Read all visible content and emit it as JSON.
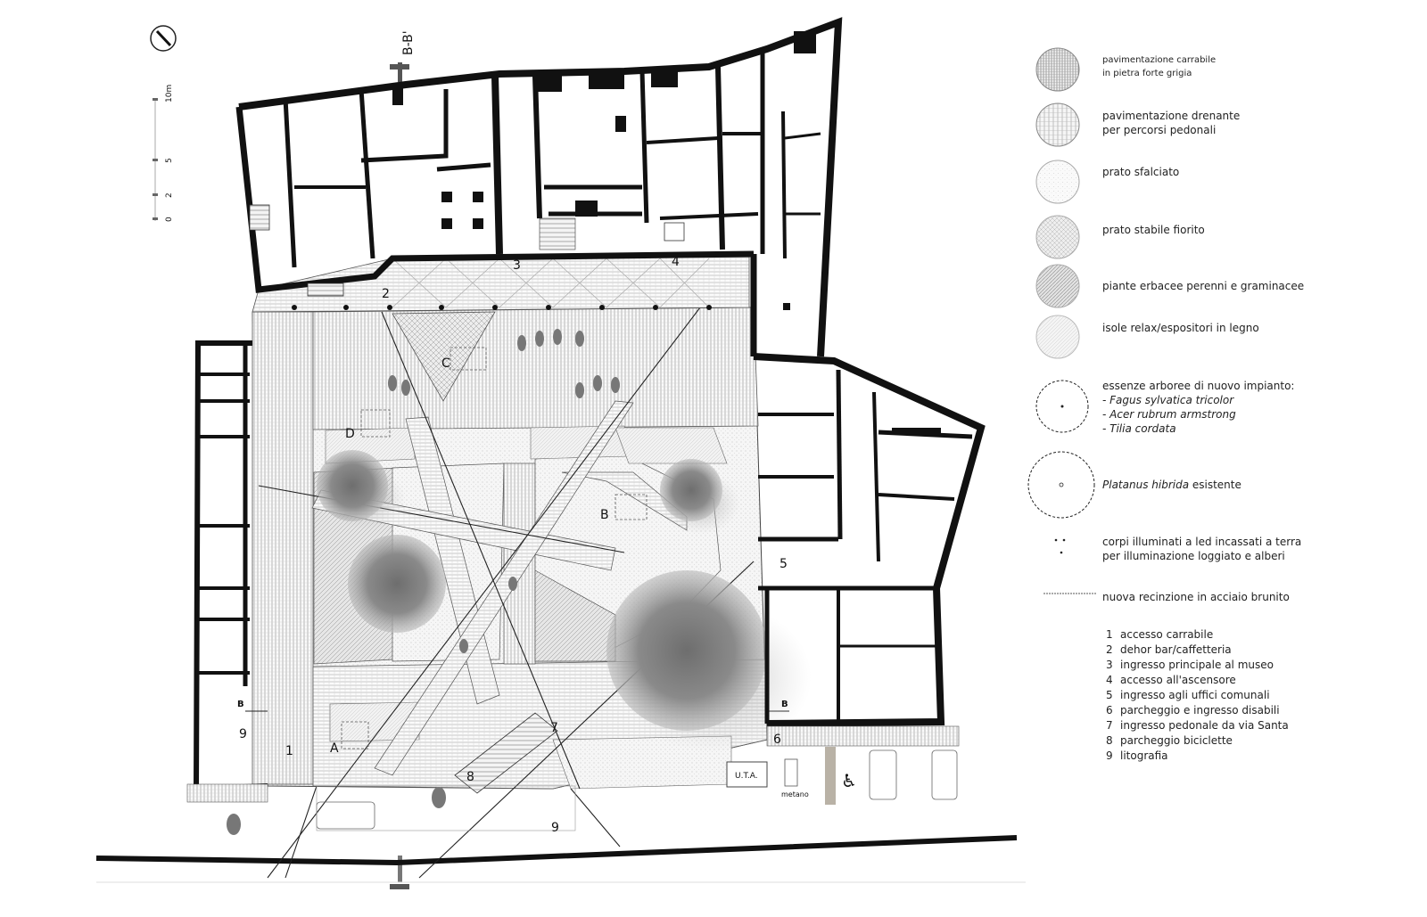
{
  "section_marks": {
    "top": "B-B'",
    "left_b": "B",
    "right_b": "B"
  },
  "scale_bar": {
    "ticks": [
      "0",
      "2",
      "5",
      "10m"
    ]
  },
  "plan_numbers": [
    "1",
    "2",
    "3",
    "4",
    "5",
    "6",
    "7",
    "8",
    "9",
    "9"
  ],
  "section_letters": {
    "a": "A",
    "b": "B",
    "c": "C",
    "d": "D"
  },
  "plan_labels": {
    "uta": "U.T.A.",
    "metano": "metano",
    "accessible": "♿"
  },
  "legend": {
    "items": [
      {
        "lines": [
          "pavimentazione carrabile",
          "in pietra forte grigia"
        ]
      },
      {
        "lines": [
          "pavimentazione drenante",
          "per percorsi pedonali"
        ]
      },
      {
        "lines": [
          "prato sfalciato"
        ]
      },
      {
        "lines": [
          "prato stabile fiorito"
        ]
      },
      {
        "lines": [
          "piante erbacee perenni e graminacee"
        ]
      },
      {
        "lines": [
          "isole relax/espositori in legno"
        ]
      }
    ],
    "trees_title": "essenze arboree di nuovo impianto:",
    "trees": [
      "- Fagus sylvatica tricolor",
      "- Acer rubrum armstrong",
      "- Tilia cordata"
    ],
    "platanus_name": "Platanus hibrida",
    "platanus_suffix": " esistente",
    "lights": [
      "corpi illuminati a led incassati a terra",
      "per illuminazione loggiato e alberi"
    ],
    "fence": "nuova recinzione in acciaio brunito",
    "numbered": [
      {
        "n": "1",
        "text": "accesso carrabile"
      },
      {
        "n": "2",
        "text": "dehor bar/caffetteria"
      },
      {
        "n": "3",
        "text": "ingresso principale al museo"
      },
      {
        "n": "4",
        "text": "accesso all'ascensore"
      },
      {
        "n": "5",
        "text": "ingresso agli uffici comunali"
      },
      {
        "n": "6",
        "text": "parcheggio e ingresso disabili"
      },
      {
        "n": "7",
        "text": "ingresso pedonale da via Santa"
      },
      {
        "n": "8",
        "text": "parcheggio biciclette"
      },
      {
        "n": "9",
        "text": "litografia"
      }
    ]
  }
}
